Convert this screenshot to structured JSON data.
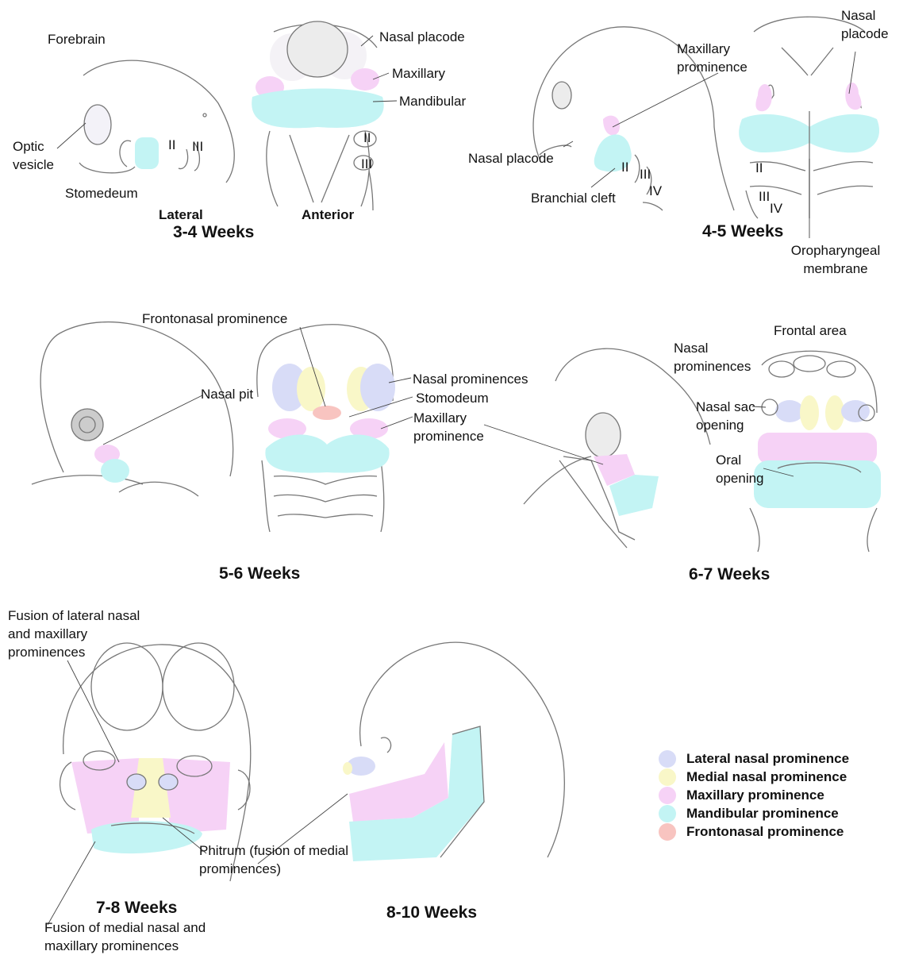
{
  "colors": {
    "lateral_nasal": "#d8dcf7",
    "medial_nasal": "#f9f7c8",
    "maxillary": "#f6d2f6",
    "mandibular": "#c3f4f4",
    "frontonasal": "#f8c4c0",
    "line": "#444444",
    "sketch": "#777777"
  },
  "stages": {
    "s34": {
      "title": "3-4 Weeks",
      "view_lateral": "Lateral",
      "view_anterior": "Anterior",
      "labels": {
        "forebrain": "Forebrain",
        "optic_vesicle": "Optic vesicle",
        "stomedeum": "Stomedeum",
        "arch2_lat": "II",
        "arch3_lat": "III",
        "nasal_placode": "Nasal placode",
        "maxillary": "Maxillary",
        "mandibular": "Mandibular",
        "arch2_ant": "II",
        "arch3_ant": "III"
      }
    },
    "s45": {
      "title": "4-5 Weeks",
      "labels": {
        "maxillary_prominence": "Maxillary prominence",
        "nasal_placode_lat": "Nasal placode",
        "branchial_cleft": "Branchial cleft",
        "arch2_lat": "II",
        "arch3_lat": "III",
        "arch4_lat": "IV",
        "nasal_placode_ant": "Nasal placode",
        "arch2_ant": "II",
        "arch3_ant": "III",
        "arch4_ant": "IV",
        "oropharyngeal": "Oropharyngeal membrane"
      }
    },
    "s56": {
      "title": "5-6 Weeks",
      "labels": {
        "frontonasal": "Frontonasal prominence",
        "nasal_pit": "Nasal pit",
        "nasal_prominences": "Nasal prominences",
        "stomodeum": "Stomodeum",
        "maxillary_prominence": "Maxillary prominence"
      }
    },
    "s67": {
      "title": "6-7 Weeks",
      "labels": {
        "frontal_area": "Frontal area",
        "nasal_prominences": "Nasal prominences",
        "nasal_sac": "Nasal sac opening",
        "oral_opening": "Oral opening"
      }
    },
    "s78": {
      "title": "7-8 Weeks",
      "labels": {
        "fusion_lateral": "Fusion of lateral nasal and maxillary prominences",
        "fusion_medial": "Fusion of medial nasal and maxillary prominences",
        "phitrum": "Phitrum (fusion of medial prominences)"
      }
    },
    "s810": {
      "title": "8-10 Weeks"
    }
  },
  "legend": [
    {
      "label": "Lateral nasal prominence",
      "color": "#d8dcf7"
    },
    {
      "label": "Medial nasal prominence",
      "color": "#f9f7c8"
    },
    {
      "label": "Maxillary prominence",
      "color": "#f6d2f6"
    },
    {
      "label": "Mandibular prominence",
      "color": "#c3f4f4"
    },
    {
      "label": "Frontonasal prominence",
      "color": "#f8c4c0"
    }
  ]
}
